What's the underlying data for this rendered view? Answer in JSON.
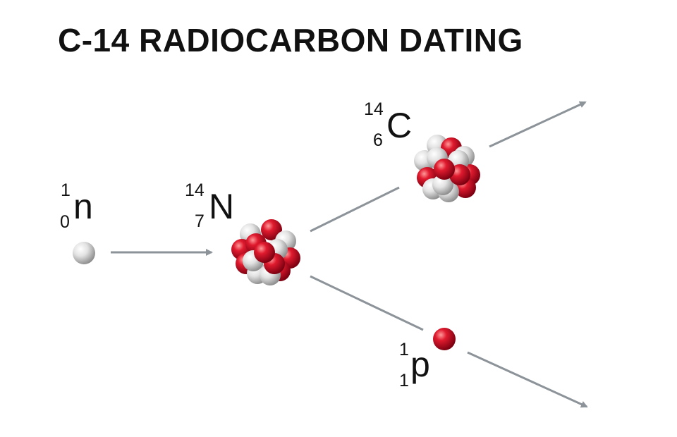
{
  "title": "C-14 RADIOCARBON DATING",
  "colors": {
    "proton": "#c8102e",
    "neutron": "#d8d8d8",
    "arrow": "#8c9399",
    "text": "#111111"
  },
  "particles": {
    "neutron": {
      "mass": "1",
      "atomic": "0",
      "symbol": "n"
    },
    "nitrogen": {
      "mass": "14",
      "atomic": "7",
      "symbol": "N"
    },
    "carbon": {
      "mass": "14",
      "atomic": "6",
      "symbol": "C"
    },
    "proton": {
      "mass": "1",
      "atomic": "1",
      "symbol": "p"
    }
  }
}
